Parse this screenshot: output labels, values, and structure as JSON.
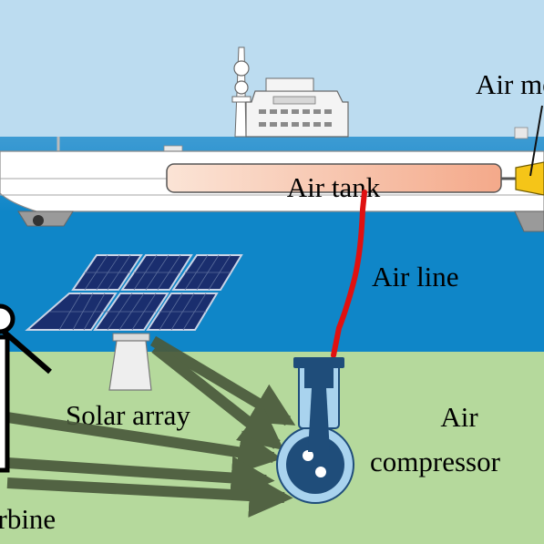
{
  "labels": {
    "air_tank": "Air tank",
    "air_motor": "Air motor",
    "air_line": "Air line",
    "solar_array": "Solar array",
    "air_compressor_line1": "Air",
    "air_compressor_line2": "compressor",
    "wind_turbine": "Wind turbine"
  },
  "colors": {
    "sky": "#bcdcf0",
    "sea": "#0f86c8",
    "sea_upper": "#4aa3d6",
    "ground": "#b5d99c",
    "hull": "#ffffff",
    "air_tank_fill": "#f7c4aa",
    "air_line": "#e01010",
    "energy_arrow": "#4a5a3c",
    "motor": "#f5c518",
    "solar_panel": "#1a2e6e",
    "compressor_dark": "#1f4d7a",
    "compressor_light": "#a9d3ee"
  },
  "icons": {
    "ship": "ship-icon",
    "solar": "solar-panel-icon",
    "compressor": "compressor-icon",
    "turbine": "wind-turbine-icon",
    "motor": "air-motor-icon"
  }
}
